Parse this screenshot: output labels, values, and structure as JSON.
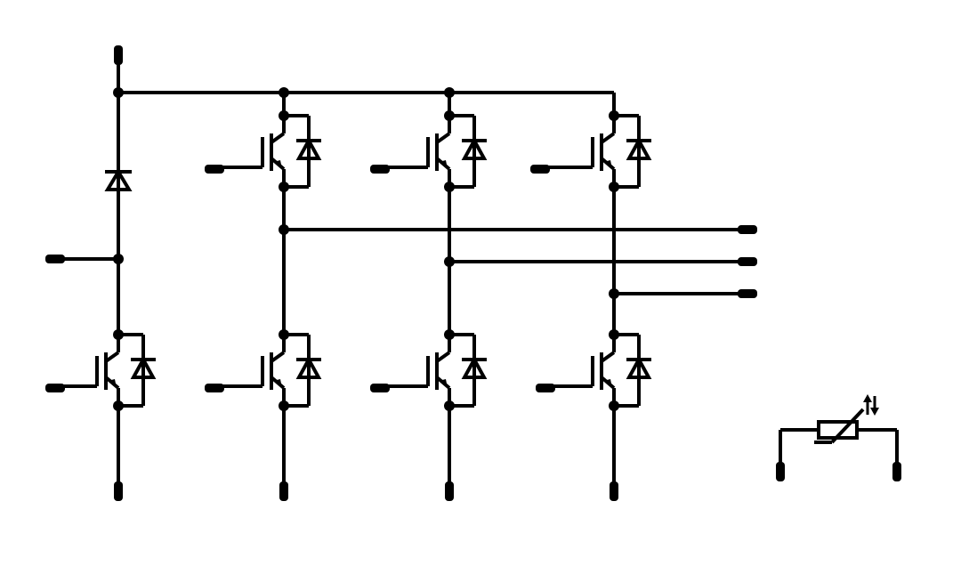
{
  "diagram": {
    "type": "circuit-schematic",
    "description_visible_text": "",
    "colors": {
      "wire": "#000000",
      "background": "#ffffff"
    },
    "components": {
      "brake_diode": 1,
      "brake_igbt": 1,
      "inverter_legs": 3,
      "igbts_per_leg": 2,
      "freewheeling_diode_per_igbt": true,
      "thermistor": 1
    },
    "terminals": {
      "dc_positive": 1,
      "brake_tap": 1,
      "gate_inputs": 7,
      "phase_outputs": 3,
      "emitter_outputs": 4,
      "thermistor_pins": 2
    },
    "icons": [
      "igbt-symbol",
      "diode-symbol",
      "ntc-thermistor-symbol"
    ]
  }
}
